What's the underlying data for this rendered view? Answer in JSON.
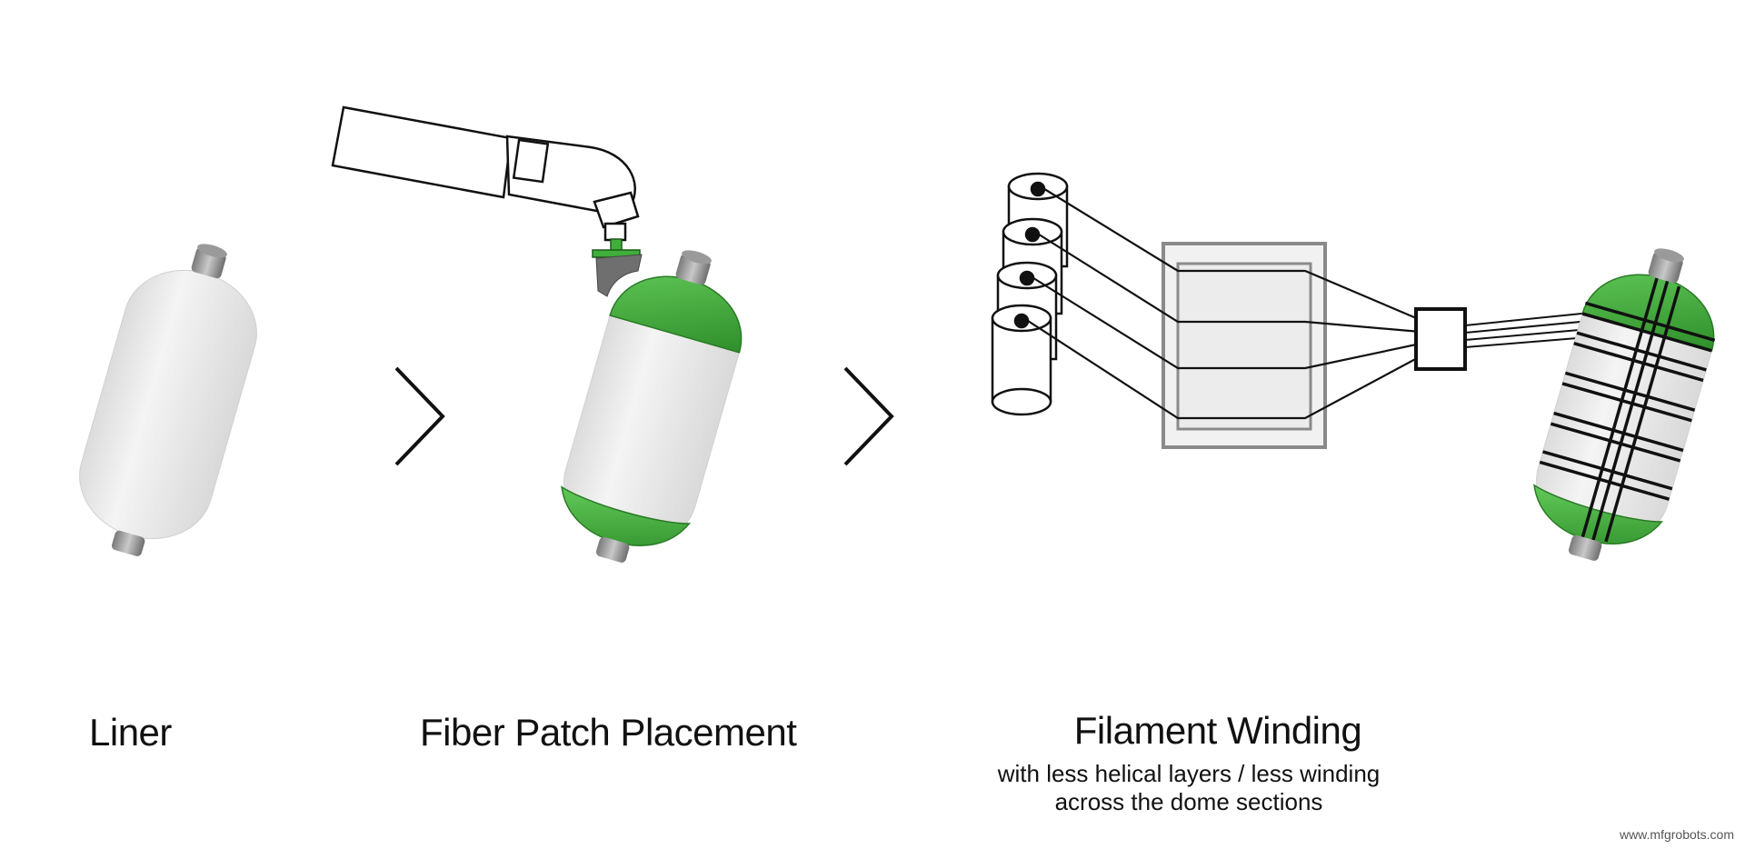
{
  "steps": [
    {
      "title": "Liner"
    },
    {
      "title": "Fiber Patch Placement"
    },
    {
      "title": "Filament Winding",
      "subtitle_lines": [
        "with less helical layers / less winding",
        "across the dome sections"
      ]
    }
  ],
  "watermark": "www.mfgrobots.com",
  "colors": {
    "fiber_green": "#3fae3a",
    "liner_white": "#eeeeee",
    "line": "#111111",
    "frame_gray": "#8a8a8a"
  }
}
